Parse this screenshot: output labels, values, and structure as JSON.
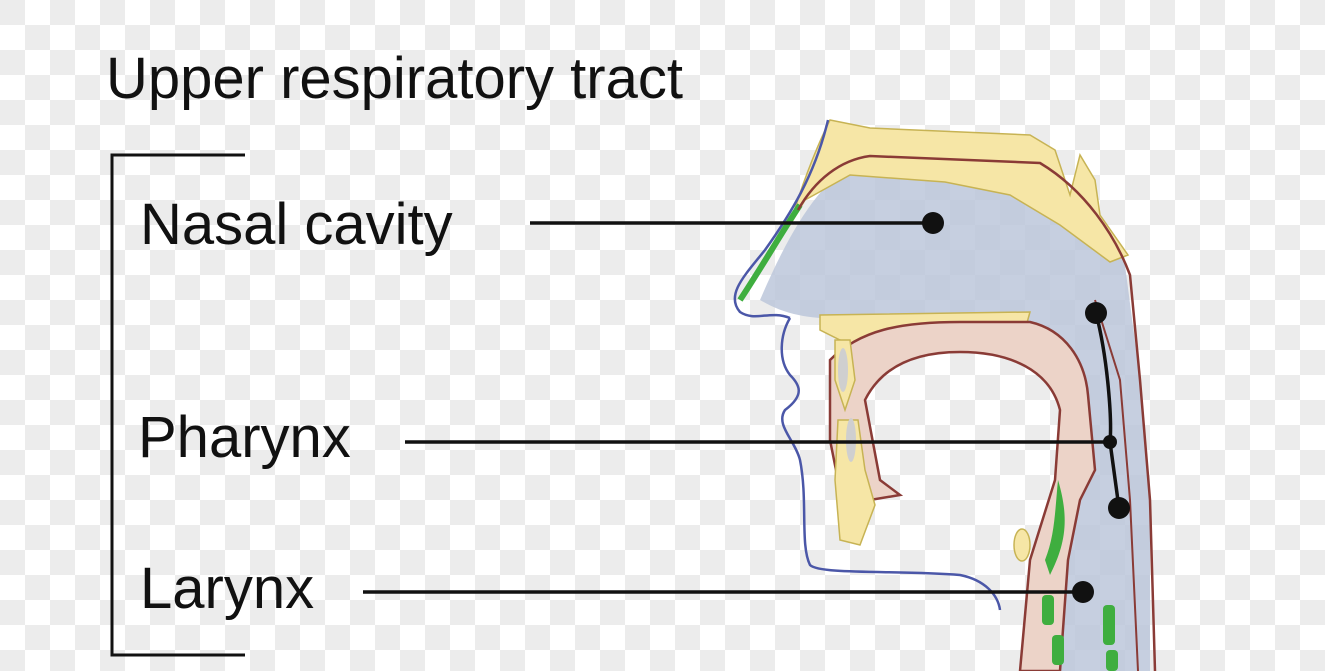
{
  "diagram": {
    "title": "Upper respiratory tract",
    "labels": {
      "nasal_cavity": "Nasal cavity",
      "pharynx": "Pharynx",
      "larynx": "Larynx"
    },
    "colors": {
      "airway": "#bcc7da",
      "bone": "#f6e6a6",
      "tissue": "#ecd3c8",
      "outline_red": "#8a3b36",
      "outline_blue": "#4b57a8",
      "mucosa_green": "#3fae3f",
      "leader_line": "#111111",
      "checker_light": "#ffffff",
      "checker_dark": "#eeeeee"
    }
  }
}
